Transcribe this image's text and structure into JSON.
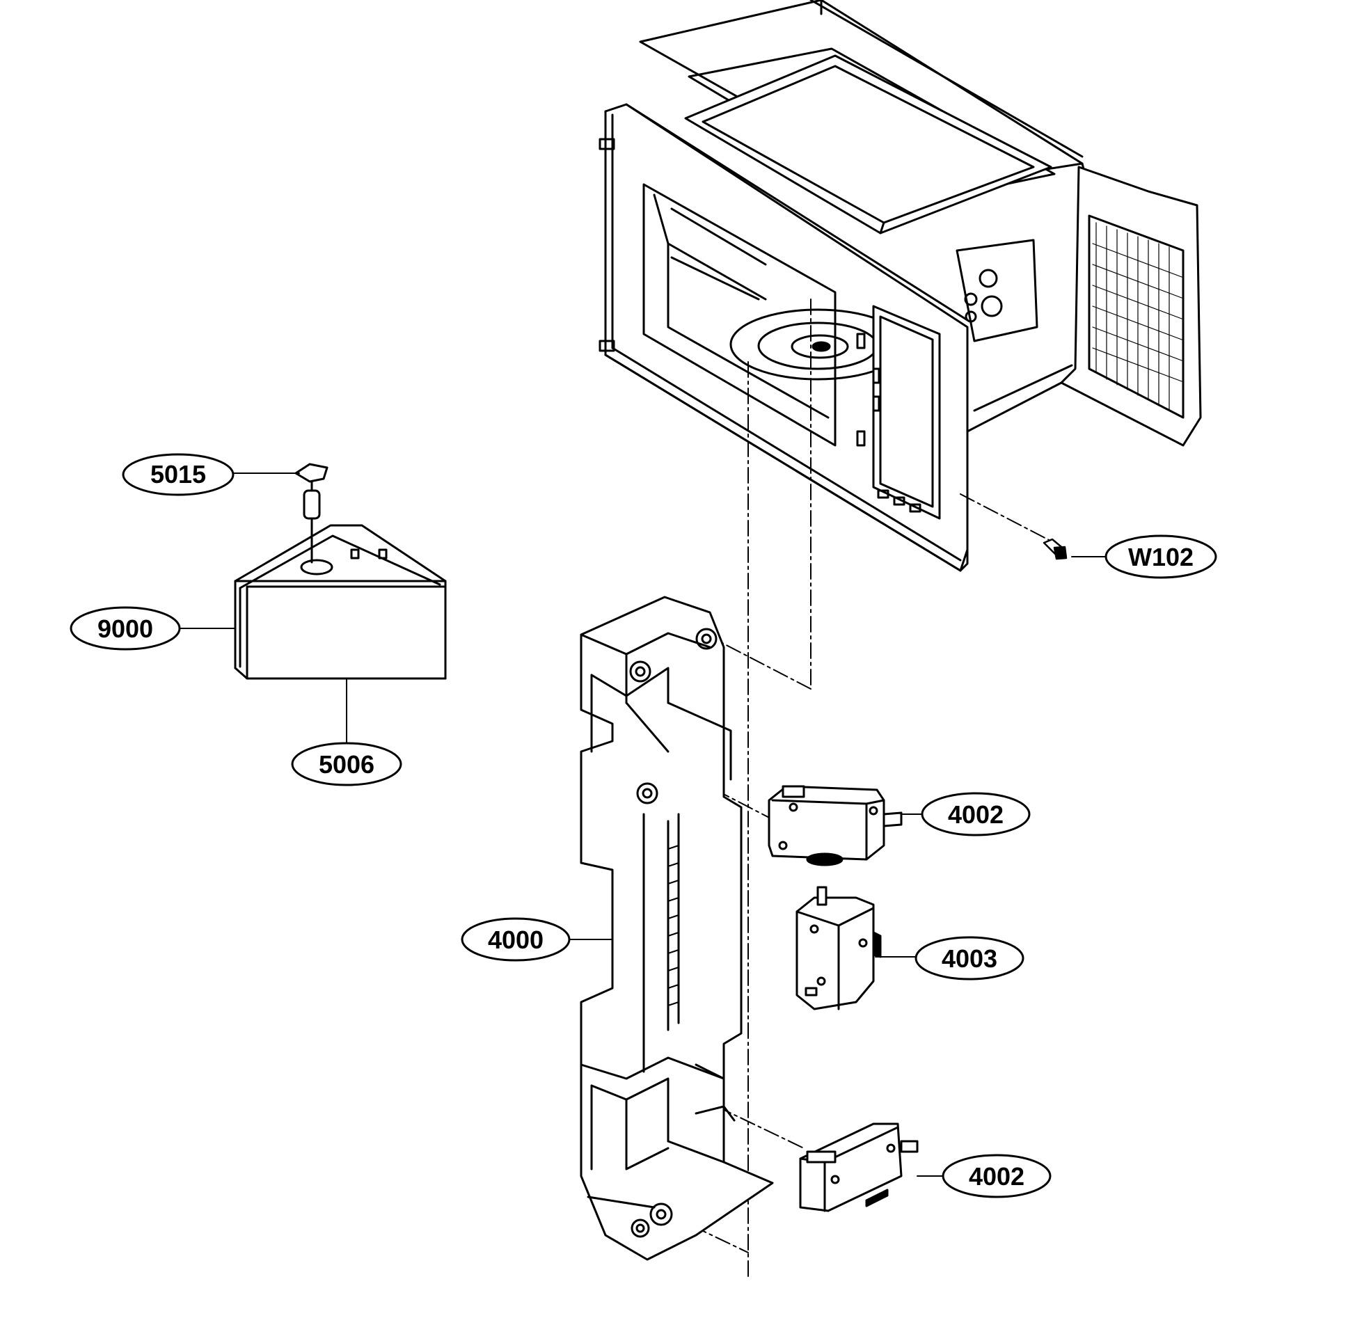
{
  "colors": {
    "line": "#000000",
    "background": "#ffffff"
  },
  "callouts": {
    "c5015": "5015",
    "c9000": "9000",
    "c5006": "5006",
    "cW102": "W102",
    "c4002_upper": "4002",
    "c4003": "4003",
    "c4000": "4000",
    "c4002_lower": "4002"
  }
}
